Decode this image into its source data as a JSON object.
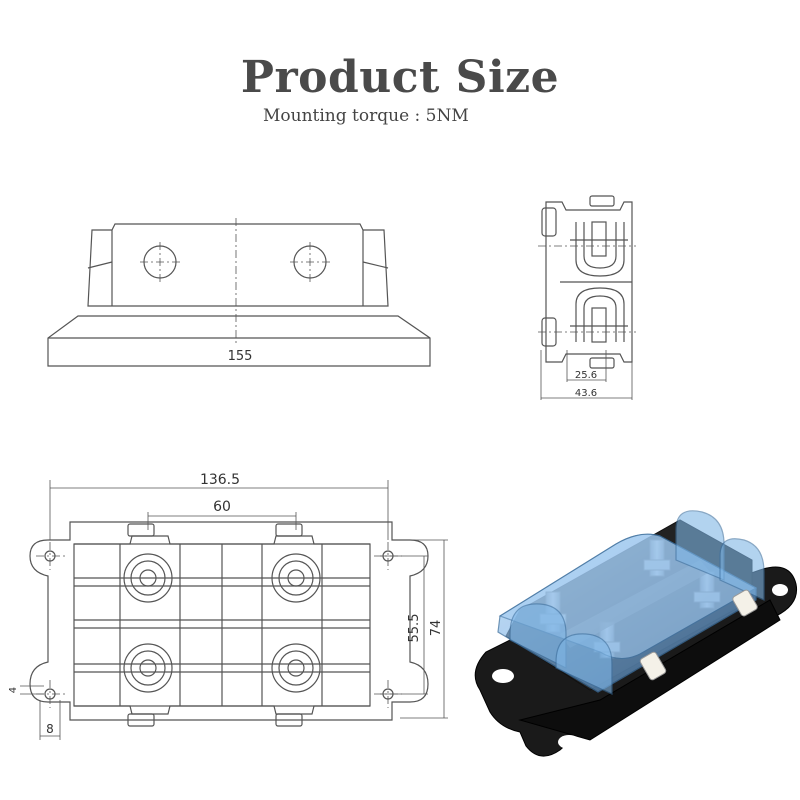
{
  "title": "Product Size",
  "subtitle": "Mounting torque : 5NM",
  "dimensions": {
    "front_width": "155",
    "side_inner": "25.6",
    "side_outer": "43.6",
    "top_width": "136.5",
    "hole_spacing": "60",
    "inner_height": "55.5",
    "outer_height": "74",
    "small_offset": "4",
    "edge_offset": "8"
  },
  "colors": {
    "line": "#555555",
    "cover_blue": "#7fb6e6",
    "base_black": "#1a1a1a",
    "stud_metal": "#9aa3ad"
  }
}
